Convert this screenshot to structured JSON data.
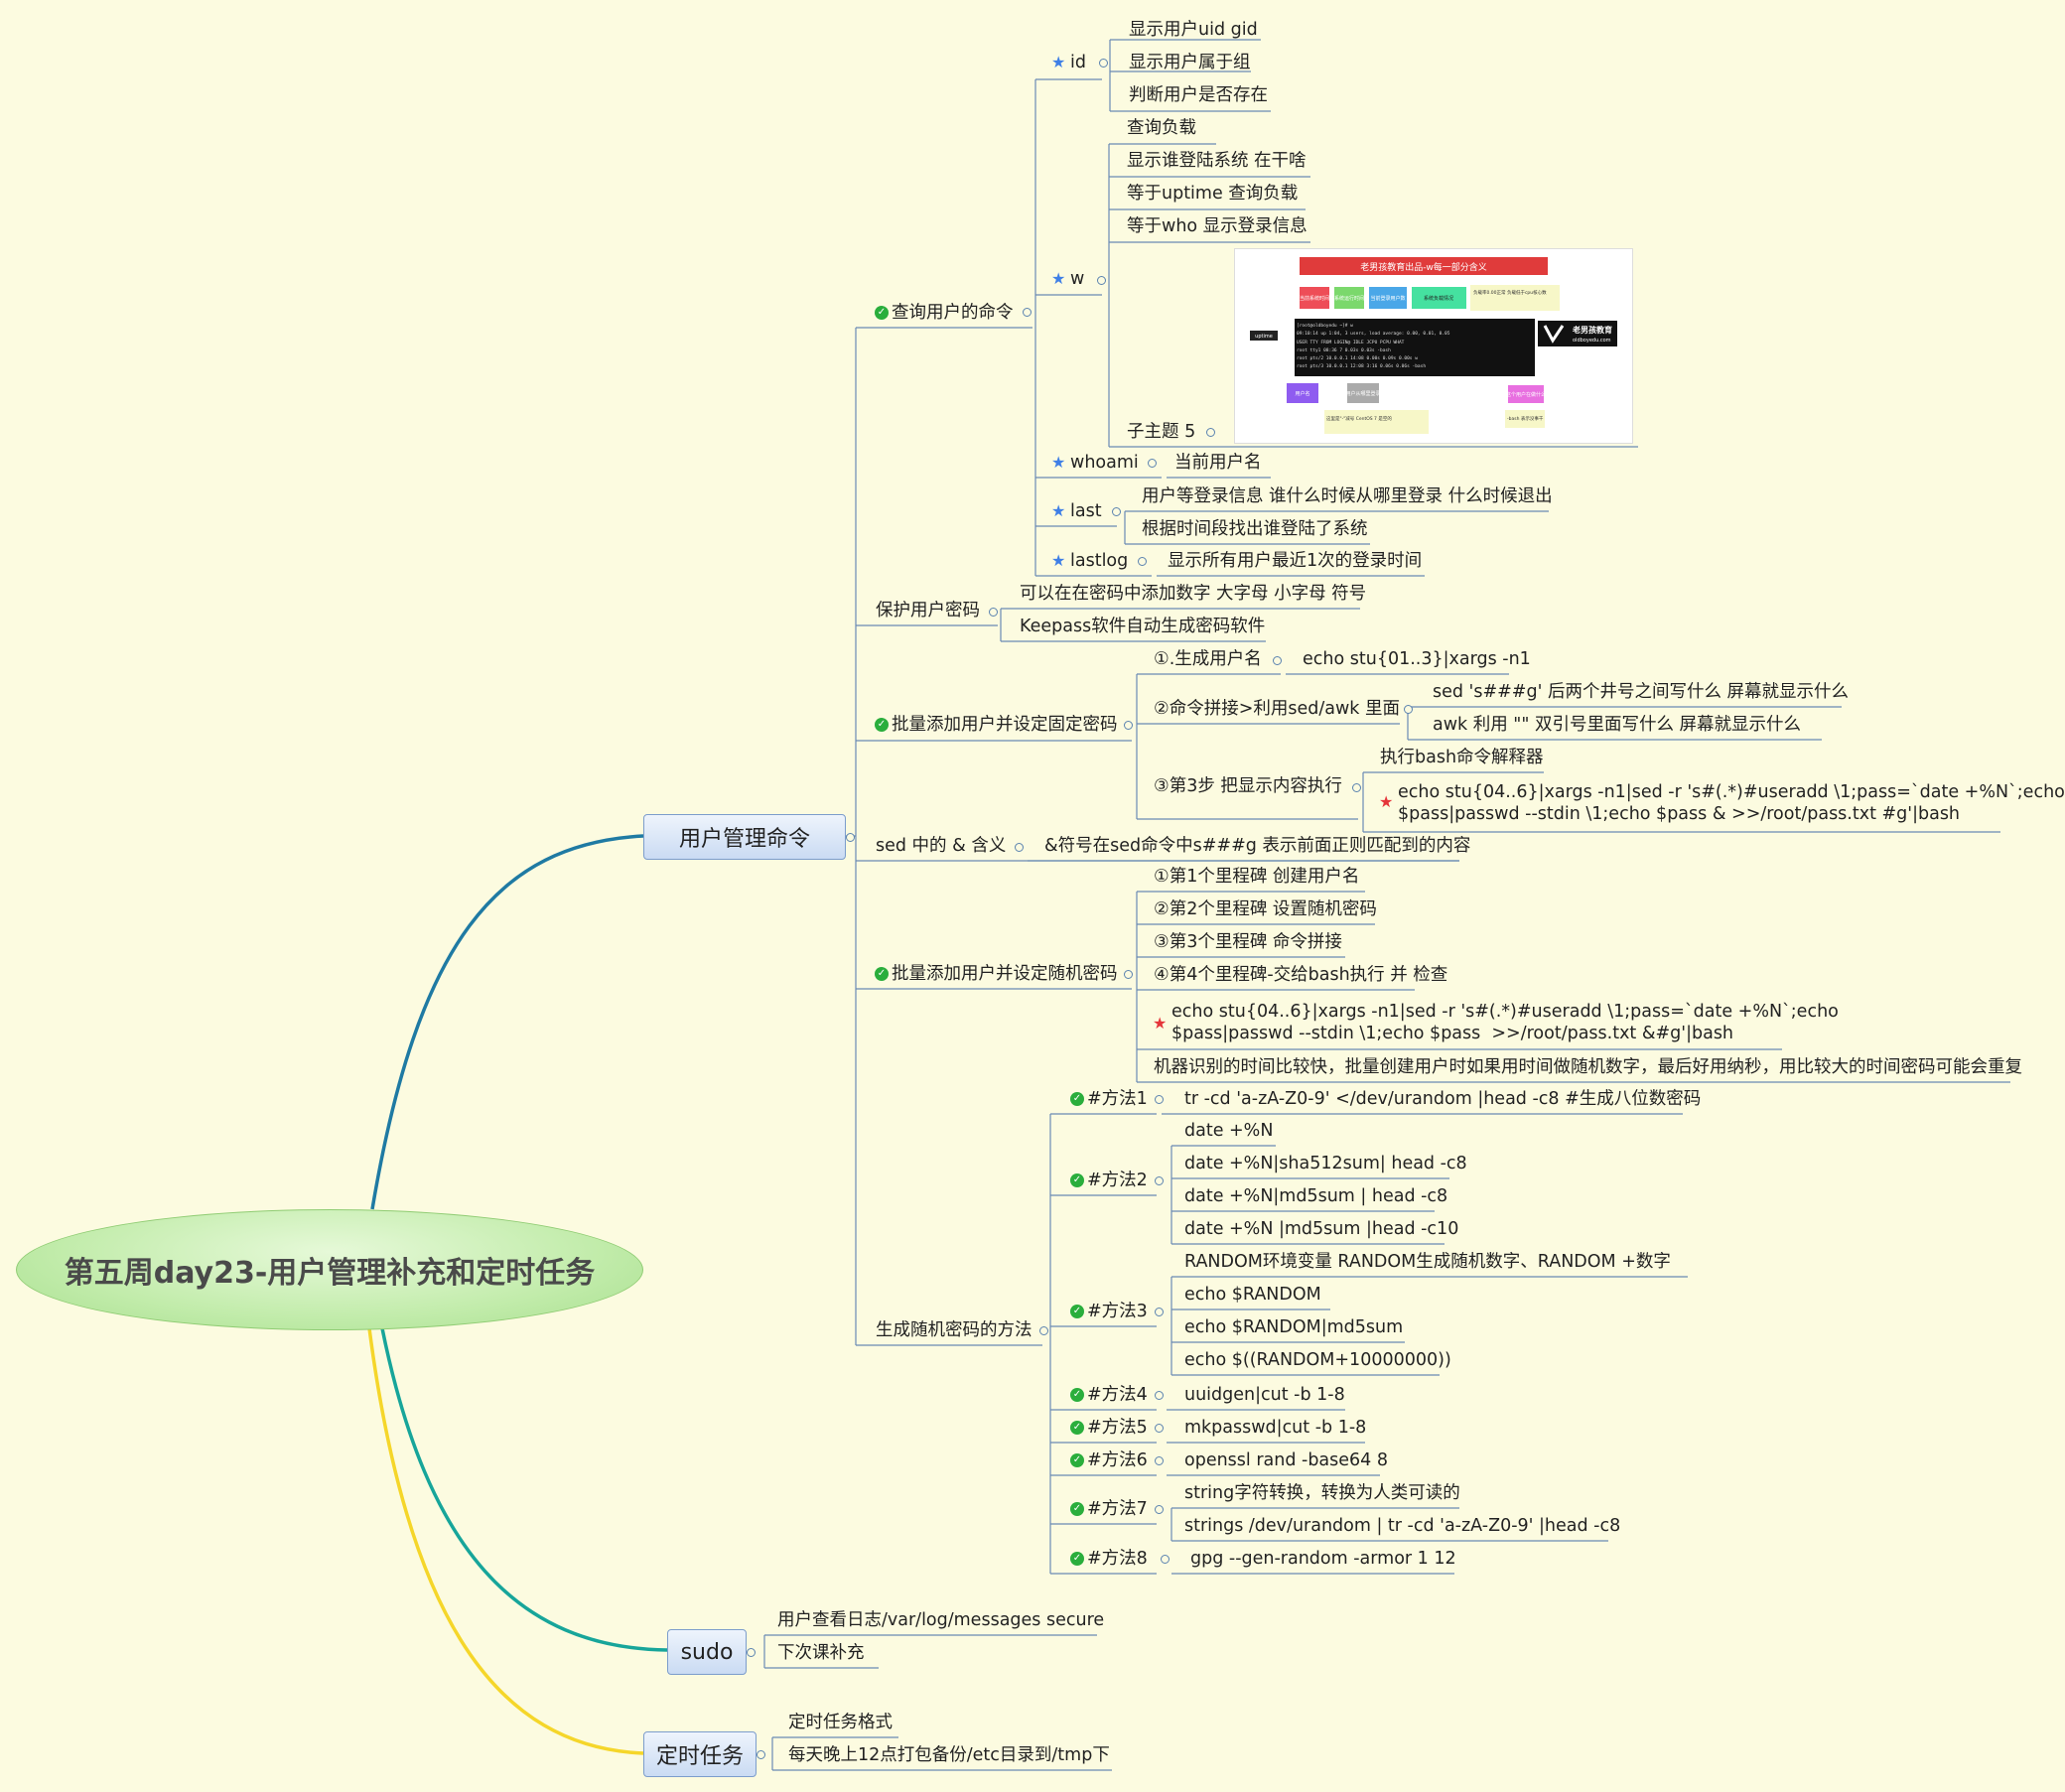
{
  "root": "第五周day23-用户管理补充和定时任务",
  "main": {
    "user": "用户管理命令",
    "sudo": "sudo",
    "cron": "定时任务"
  },
  "query": {
    "title": "查询用户的命令",
    "id": {
      "label": "id",
      "items": [
        "显示用户uid gid",
        "显示用户属于组",
        "判断用户是否存在"
      ]
    },
    "w": {
      "label": "w",
      "items": [
        "查询负载",
        "显示谁登陆系统 在干啥",
        "等于uptime 查询负载",
        "等于who 显示登录信息"
      ],
      "sub5": "子主题 5"
    },
    "whoami": {
      "label": "whoami",
      "item": "当前用户名"
    },
    "last": {
      "label": "last",
      "items": [
        "用户等登录信息 谁什么时候从哪里登录 什么时候退出",
        "根据时间段找出谁登陆了系统"
      ]
    },
    "lastlog": {
      "label": "lastlog",
      "item": "显示所有用户最近1次的登录时间"
    }
  },
  "protect": {
    "title": "保护用户密码",
    "items": [
      "可以在在密码中添加数字 大字母 小字母 符号",
      "Keepass软件自动生成密码软件"
    ]
  },
  "batch_fixed": {
    "title": "批量添加用户并设定固定密码",
    "step1": {
      "label": "①.生成用户名",
      "item": "echo stu{01..3}|xargs -n1"
    },
    "step2": {
      "label": "②命令拼接>利用sed/awk 里面",
      "items": [
        "sed 's###g' 后两个井号之间写什么 屏幕就显示什么",
        "awk  利用 \"\"    双引号里面写什么 屏幕就显示什么"
      ]
    },
    "step3": {
      "label": "③第3步 把显示内容执行",
      "items": [
        "执行bash命令解释器",
        "echo stu{04..6}|xargs -n1|sed -r 's#(.*)#useradd \\1;pass=`date +%N`;echo\n$pass|passwd --stdin \\1;echo $pass & >>/root/pass.txt #g'|bash"
      ]
    }
  },
  "sed_meaning": {
    "label": "sed 中的 & 含义",
    "item": "&符号在sed命令中s###g 表示前面正则匹配到的内容"
  },
  "batch_random": {
    "title": "批量添加用户并设定随机密码",
    "items": [
      "①第1个里程碑 创建用户名",
      "②第2个里程碑 设置随机密码",
      "③第3个里程碑 命令拼接",
      "④第4个里程碑-交给bash执行 并 检查",
      "echo stu{04..6}|xargs -n1|sed -r 's#(.*)#useradd \\1;pass=`date +%N`;echo\n$pass|passwd --stdin \\1;echo $pass  >>/root/pass.txt &#g'|bash",
      "机器识别的时间比较快，批量创建用户时如果用时间做随机数字，最后好用纳秒，用比较大的时间密码可能会重复"
    ]
  },
  "random": {
    "title": "生成随机密码的方法",
    "m1": {
      "label": "#方法1",
      "item": "tr -cd 'a-zA-Z0-9' </dev/urandom |head -c8 #生成八位数密码"
    },
    "m2": {
      "label": "#方法2",
      "items": [
        "date +%N",
        "date +%N|sha512sum| head -c8",
        "date +%N|md5sum | head -c8",
        "date +%N |md5sum |head -c10"
      ]
    },
    "m3": {
      "label": "#方法3",
      "items": [
        "RANDOM环境变量  RANDOM生成随机数字、RANDOM +数字",
        "echo $RANDOM",
        "echo $RANDOM|md5sum",
        "echo $((RANDOM+10000000))"
      ]
    },
    "m4": {
      "label": "#方法4",
      "item": "uuidgen|cut -b 1-8"
    },
    "m5": {
      "label": "#方法5",
      "item": "mkpasswd|cut -b 1-8"
    },
    "m6": {
      "label": "#方法6",
      "item": "openssl rand -base64 8"
    },
    "m7": {
      "label": "#方法7",
      "items": [
        "string字符转换，转换为人类可读的",
        "strings /dev/urandom | tr -cd 'a-zA-Z0-9' |head -c8"
      ]
    },
    "m8": {
      "label": "#方法8",
      "item": "gpg --gen-random -armor 1 12"
    }
  },
  "sudo_items": [
    "用户查看日志/var/log/messages secure",
    "下次课补充"
  ],
  "cron_items": [
    "定时任务格式",
    "每天晚上12点打包备份/etc目录到/tmp下"
  ],
  "embed": {
    "title": "老男孩教育出品-w每一部分含义",
    "brand": "老男孩教育",
    "brand_url": "oldboyedu.com",
    "lines": [
      "[root@oldboyedu ~]# w",
      " 09:10:14 up  1:04,  3 users,  load average: 0.00, 0.01, 0.05",
      "USER     TTY      FROM             LOGIN@   IDLE   JCPU   PCPU WHAT",
      "root     tty1                      08:36    7     0.03s  0.03s -bash",
      "root     pts/2    10.0.0.1         14:08    0.00s  0.09s  0.00s w",
      "root     pts/3    10.0.0.1         12:08    3:16   0.06s  0.06s -bash"
    ],
    "tags": [
      "当前系统时间",
      "系统运行时间",
      "当前登录用户数",
      "系统负载情况",
      "用户名",
      "用户从哪里登录",
      "这个用户在做什么"
    ],
    "notes": [
      "负载率0.00正常 负载低于cpu核心数",
      "这里是\"-\"减号 CentOS 7 是空的",
      "-bash 表示没事干"
    ],
    "left_label": "uptime"
  },
  "colors": {
    "bg": "#fcfbe0",
    "branch_user": "#1f7aa3",
    "branch_sudo": "#17a59a",
    "branch_cron": "#f5d62a",
    "subline": "#6a8ab4"
  }
}
